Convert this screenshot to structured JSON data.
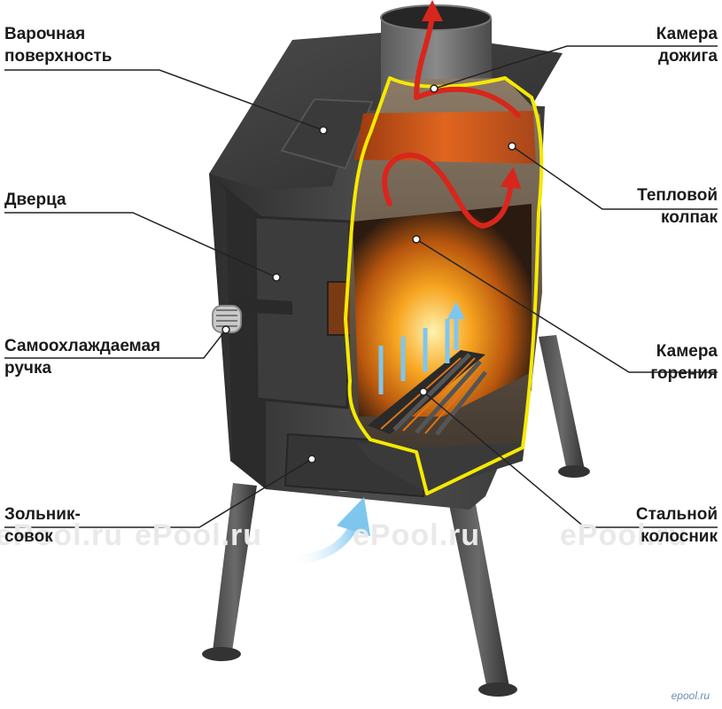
{
  "labels": {
    "cooktop": [
      "Варочная",
      "поверхность"
    ],
    "door": [
      "Дверца"
    ],
    "handle": [
      "Самоохлаждаемая",
      "ручка"
    ],
    "ash_pan": [
      "Зольник-",
      "совок"
    ],
    "afterburn": [
      "Камера",
      "дожига"
    ],
    "heat_cap": [
      "Тепловой",
      "колпак"
    ],
    "combustion": [
      "Камера",
      "горения"
    ],
    "grate": [
      "Стальной",
      "колосник"
    ]
  },
  "watermarks": [
    "ePool.ru",
    "ePool.ru",
    "ePool.ru",
    "ePool.ru"
  ],
  "corner_mark": "epool.ru",
  "colors": {
    "stove_body": "#3f3f3f",
    "cutaway_outline": "#f5e900",
    "hot_gas_arrow": "#d8261c",
    "air_arrow": "#7fc6ef"
  }
}
